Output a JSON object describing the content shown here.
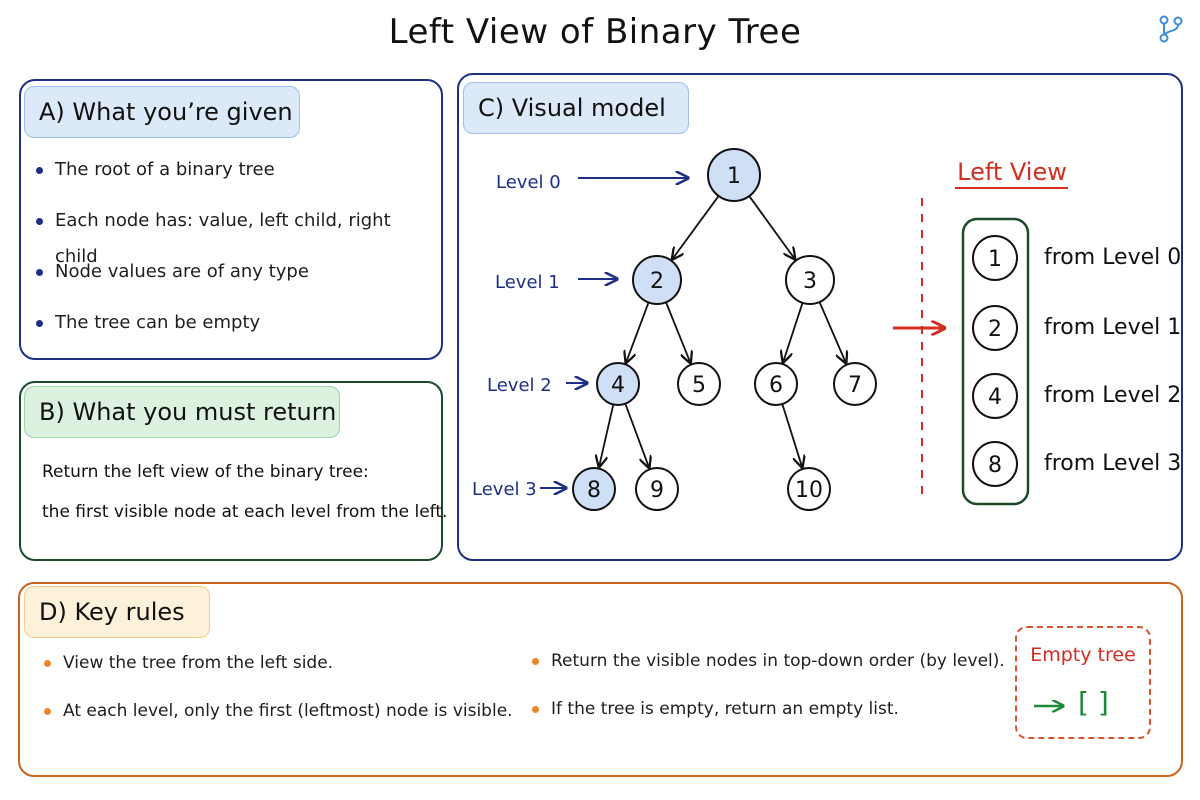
{
  "title": "Left View of Binary Tree",
  "logo_icon": "branch-icon",
  "section_a": {
    "heading": "A) What you’re given",
    "bullets": [
      "The root of a binary tree",
      "Each node has: value, left child, right child",
      "Node values are of any type",
      "The tree can be empty"
    ]
  },
  "section_b": {
    "heading": "B) What you must return",
    "lines": [
      "Return the left view of the binary tree:",
      "the first visible node at each level from the left."
    ]
  },
  "section_c": {
    "heading": "C) Visual model",
    "level_labels": [
      "Level 0",
      "Level 1",
      "Level 2",
      "Level 3"
    ],
    "tree_nodes": [
      "1",
      "2",
      "3",
      "4",
      "5",
      "6",
      "7",
      "8",
      "9",
      "10"
    ],
    "highlighted_nodes": [
      "1",
      "2",
      "4",
      "8"
    ],
    "edges": [
      [
        "1",
        "2"
      ],
      [
        "1",
        "3"
      ],
      [
        "2",
        "4"
      ],
      [
        "2",
        "5"
      ],
      [
        "3",
        "6"
      ],
      [
        "3",
        "7"
      ],
      [
        "4",
        "8"
      ],
      [
        "4",
        "9"
      ],
      [
        "6",
        "10"
      ]
    ],
    "left_view": {
      "title": "Left View",
      "values": [
        "1",
        "2",
        "4",
        "8"
      ],
      "sources": [
        "from Level 0",
        "from Level 1",
        "from Level 2",
        "from Level 3"
      ]
    }
  },
  "section_d": {
    "heading": "D) Key rules",
    "rules_left": [
      "View the tree from the left side.",
      "At each level, only the first (leftmost) node is visible."
    ],
    "rules_right": [
      "Return the visible nodes in top-down order (by level).",
      "If the tree is empty, return an empty list."
    ],
    "empty_case": {
      "title": "Empty tree",
      "value": "[ ]"
    }
  },
  "colors": {
    "navy": "#1d2f86",
    "green": "#1c4b2a",
    "orange": "#c8651b",
    "red": "#d42d22",
    "highlight": "#cfe0f6"
  }
}
